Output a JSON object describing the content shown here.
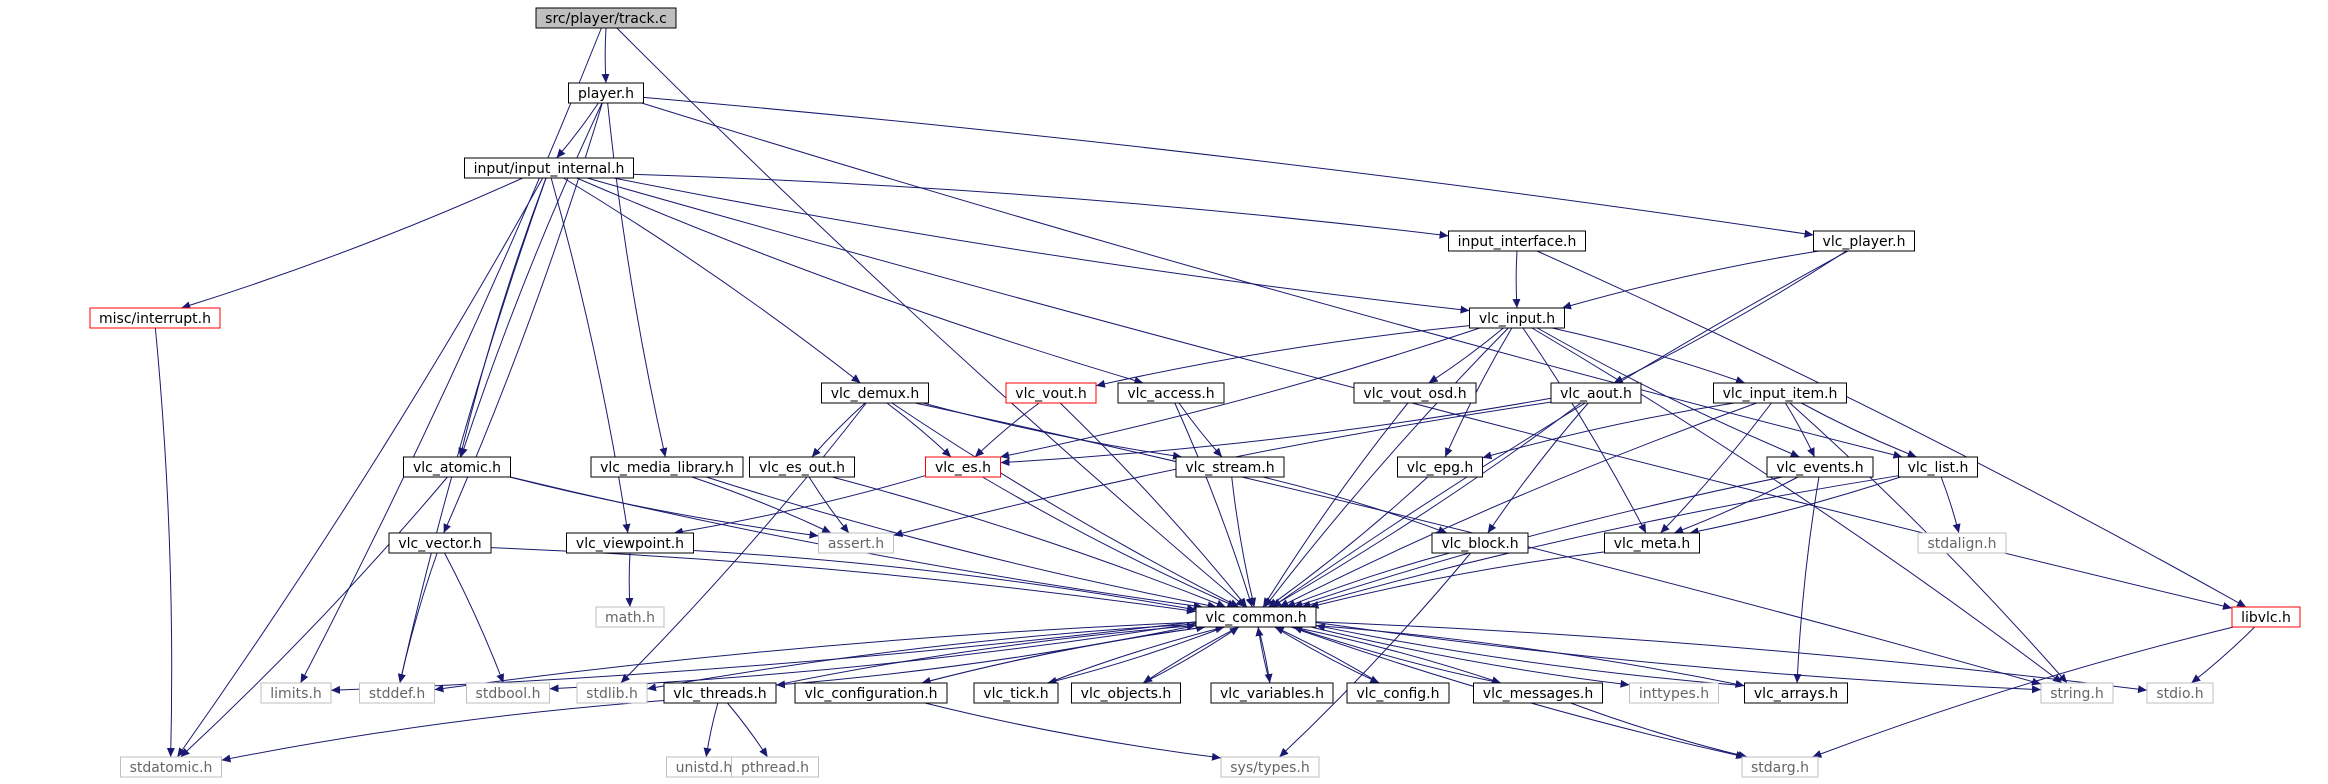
{
  "nodes": {
    "root": {
      "label": "src/player/track.c",
      "style": "root"
    },
    "player_h": {
      "label": "player.h",
      "style": "normal"
    },
    "input_internal": {
      "label": "input/input_internal.h",
      "style": "normal"
    },
    "misc_interrupt": {
      "label": "misc/interrupt.h",
      "style": "red"
    },
    "vlc_atomic": {
      "label": "vlc_atomic.h",
      "style": "normal"
    },
    "vlc_vector": {
      "label": "vlc_vector.h",
      "style": "normal"
    },
    "vlc_media_library": {
      "label": "vlc_media_library.h",
      "style": "normal"
    },
    "vlc_demux": {
      "label": "vlc_demux.h",
      "style": "normal"
    },
    "vlc_es_out": {
      "label": "vlc_es_out.h",
      "style": "normal"
    },
    "vlc_es": {
      "label": "vlc_es.h",
      "style": "red"
    },
    "vlc_vout": {
      "label": "vlc_vout.h",
      "style": "red"
    },
    "vlc_access": {
      "label": "vlc_access.h",
      "style": "normal"
    },
    "vlc_stream": {
      "label": "vlc_stream.h",
      "style": "normal"
    },
    "vlc_viewpoint": {
      "label": "vlc_viewpoint.h",
      "style": "normal"
    },
    "input_interface": {
      "label": "input_interface.h",
      "style": "normal"
    },
    "vlc_input": {
      "label": "vlc_input.h",
      "style": "normal"
    },
    "vlc_vout_osd": {
      "label": "vlc_vout_osd.h",
      "style": "normal"
    },
    "vlc_aout": {
      "label": "vlc_aout.h",
      "style": "normal"
    },
    "vlc_epg": {
      "label": "vlc_epg.h",
      "style": "normal"
    },
    "vlc_block": {
      "label": "vlc_block.h",
      "style": "normal"
    },
    "vlc_input_item": {
      "label": "vlc_input_item.h",
      "style": "normal"
    },
    "vlc_events": {
      "label": "vlc_events.h",
      "style": "normal"
    },
    "vlc_meta": {
      "label": "vlc_meta.h",
      "style": "normal"
    },
    "vlc_player": {
      "label": "vlc_player.h",
      "style": "normal"
    },
    "vlc_list": {
      "label": "vlc_list.h",
      "style": "normal"
    },
    "stdalign": {
      "label": "stdalign.h",
      "style": "gray"
    },
    "libvlc": {
      "label": "libvlc.h",
      "style": "red"
    },
    "assert": {
      "label": "assert.h",
      "style": "gray"
    },
    "math": {
      "label": "math.h",
      "style": "gray"
    },
    "vlc_common": {
      "label": "vlc_common.h",
      "style": "normal"
    },
    "limits": {
      "label": "limits.h",
      "style": "gray"
    },
    "stddef": {
      "label": "stddef.h",
      "style": "gray"
    },
    "stdbool": {
      "label": "stdbool.h",
      "style": "gray"
    },
    "stdlib": {
      "label": "stdlib.h",
      "style": "gray"
    },
    "vlc_threads": {
      "label": "vlc_threads.h",
      "style": "normal"
    },
    "vlc_configuration": {
      "label": "vlc_configuration.h",
      "style": "normal"
    },
    "vlc_tick": {
      "label": "vlc_tick.h",
      "style": "normal"
    },
    "vlc_objects": {
      "label": "vlc_objects.h",
      "style": "normal"
    },
    "vlc_variables": {
      "label": "vlc_variables.h",
      "style": "normal"
    },
    "vlc_config": {
      "label": "vlc_config.h",
      "style": "normal"
    },
    "vlc_messages": {
      "label": "vlc_messages.h",
      "style": "normal"
    },
    "inttypes": {
      "label": "inttypes.h",
      "style": "gray"
    },
    "vlc_arrays": {
      "label": "vlc_arrays.h",
      "style": "normal"
    },
    "string": {
      "label": "string.h",
      "style": "gray"
    },
    "stdio": {
      "label": "stdio.h",
      "style": "gray"
    },
    "stdatomic": {
      "label": "stdatomic.h",
      "style": "gray"
    },
    "unistd": {
      "label": "unistd.h",
      "style": "gray"
    },
    "pthread": {
      "label": "pthread.h",
      "style": "gray"
    },
    "sys_types": {
      "label": "sys/types.h",
      "style": "gray"
    },
    "stdarg": {
      "label": "stdarg.h",
      "style": "gray"
    }
  },
  "edges": [
    [
      "root",
      "player_h"
    ],
    [
      "root",
      "limits"
    ],
    [
      "root",
      "vlc_common"
    ],
    [
      "player_h",
      "input_internal"
    ],
    [
      "player_h",
      "vlc_atomic"
    ],
    [
      "player_h",
      "vlc_vector"
    ],
    [
      "player_h",
      "vlc_media_library"
    ],
    [
      "player_h",
      "vlc_player"
    ],
    [
      "player_h",
      "vlc_list"
    ],
    [
      "input_internal",
      "misc_interrupt"
    ],
    [
      "input_internal",
      "vlc_atomic"
    ],
    [
      "input_internal",
      "vlc_demux"
    ],
    [
      "input_internal",
      "vlc_access"
    ],
    [
      "input_internal",
      "input_interface"
    ],
    [
      "input_internal",
      "vlc_input"
    ],
    [
      "input_internal",
      "vlc_viewpoint"
    ],
    [
      "input_internal",
      "stddef"
    ],
    [
      "input_internal",
      "stdatomic"
    ],
    [
      "input_internal",
      "libvlc"
    ],
    [
      "misc_interrupt",
      "stdatomic"
    ],
    [
      "vlc_atomic",
      "assert"
    ],
    [
      "vlc_atomic",
      "stdatomic"
    ],
    [
      "vlc_atomic",
      "vlc_common"
    ],
    [
      "vlc_vector",
      "vlc_common"
    ],
    [
      "vlc_vector",
      "stddef"
    ],
    [
      "vlc_vector",
      "stdbool"
    ],
    [
      "vlc_media_library",
      "vlc_common"
    ],
    [
      "vlc_media_library",
      "assert"
    ],
    [
      "vlc_demux",
      "vlc_es_out"
    ],
    [
      "vlc_demux",
      "vlc_es"
    ],
    [
      "vlc_demux",
      "vlc_stream"
    ],
    [
      "vlc_demux",
      "stdlib"
    ],
    [
      "vlc_demux",
      "vlc_common"
    ],
    [
      "vlc_demux",
      "string"
    ],
    [
      "vlc_es_out",
      "assert"
    ],
    [
      "vlc_es_out",
      "vlc_common"
    ],
    [
      "vlc_es",
      "vlc_common"
    ],
    [
      "vlc_es",
      "vlc_viewpoint"
    ],
    [
      "vlc_vout",
      "vlc_es"
    ],
    [
      "vlc_vout",
      "vlc_common"
    ],
    [
      "vlc_access",
      "vlc_stream"
    ],
    [
      "vlc_access",
      "vlc_common"
    ],
    [
      "vlc_stream",
      "vlc_common"
    ],
    [
      "vlc_stream",
      "vlc_block"
    ],
    [
      "vlc_viewpoint",
      "math"
    ],
    [
      "vlc_viewpoint",
      "vlc_common"
    ],
    [
      "input_interface",
      "vlc_input"
    ],
    [
      "input_interface",
      "libvlc"
    ],
    [
      "vlc_player",
      "vlc_input"
    ],
    [
      "vlc_player",
      "vlc_aout"
    ],
    [
      "vlc_player",
      "vlc_common"
    ],
    [
      "vlc_input",
      "vlc_es"
    ],
    [
      "vlc_input",
      "vlc_vout"
    ],
    [
      "vlc_input",
      "vlc_vout_osd"
    ],
    [
      "vlc_input",
      "vlc_epg"
    ],
    [
      "vlc_input",
      "vlc_input_item"
    ],
    [
      "vlc_input",
      "vlc_events"
    ],
    [
      "vlc_input",
      "vlc_meta"
    ],
    [
      "vlc_input",
      "vlc_common"
    ],
    [
      "vlc_input",
      "string"
    ],
    [
      "vlc_vout_osd",
      "vlc_common"
    ],
    [
      "vlc_aout",
      "vlc_common"
    ],
    [
      "vlc_aout",
      "assert"
    ],
    [
      "vlc_aout",
      "vlc_es"
    ],
    [
      "vlc_aout",
      "vlc_block"
    ],
    [
      "vlc_epg",
      "vlc_common"
    ],
    [
      "vlc_block",
      "vlc_common"
    ],
    [
      "vlc_block",
      "sys_types"
    ],
    [
      "vlc_input_item",
      "vlc_epg"
    ],
    [
      "vlc_input_item",
      "vlc_events"
    ],
    [
      "vlc_input_item",
      "vlc_list"
    ],
    [
      "vlc_input_item",
      "vlc_meta"
    ],
    [
      "vlc_input_item",
      "vlc_common"
    ],
    [
      "vlc_input_item",
      "string"
    ],
    [
      "vlc_events",
      "vlc_common"
    ],
    [
      "vlc_events",
      "vlc_meta"
    ],
    [
      "vlc_events",
      "vlc_arrays"
    ],
    [
      "vlc_list",
      "stdalign"
    ],
    [
      "vlc_list",
      "vlc_common"
    ],
    [
      "vlc_list",
      "vlc_meta"
    ],
    [
      "vlc_meta",
      "vlc_common"
    ],
    [
      "libvlc",
      "stdio"
    ],
    [
      "libvlc",
      "stdarg"
    ],
    [
      "vlc_common",
      "limits"
    ],
    [
      "vlc_common",
      "stddef"
    ],
    [
      "vlc_common",
      "stdbool"
    ],
    [
      "vlc_common",
      "stdlib"
    ],
    [
      "vlc_common",
      "vlc_threads"
    ],
    [
      "vlc_common",
      "vlc_configuration"
    ],
    [
      "vlc_common",
      "vlc_tick"
    ],
    [
      "vlc_common",
      "vlc_objects"
    ],
    [
      "vlc_common",
      "vlc_variables"
    ],
    [
      "vlc_common",
      "vlc_config"
    ],
    [
      "vlc_common",
      "vlc_messages"
    ],
    [
      "vlc_common",
      "inttypes"
    ],
    [
      "vlc_common",
      "vlc_arrays"
    ],
    [
      "vlc_common",
      "string"
    ],
    [
      "vlc_common",
      "stdio"
    ],
    [
      "vlc_common",
      "stdarg"
    ],
    [
      "vlc_threads",
      "vlc_common"
    ],
    [
      "vlc_threads",
      "unistd"
    ],
    [
      "vlc_threads",
      "pthread"
    ],
    [
      "vlc_threads",
      "stdatomic"
    ],
    [
      "vlc_configuration",
      "vlc_common"
    ],
    [
      "vlc_configuration",
      "sys_types"
    ],
    [
      "vlc_tick",
      "vlc_common"
    ],
    [
      "vlc_objects",
      "vlc_common"
    ],
    [
      "vlc_variables",
      "vlc_common"
    ],
    [
      "vlc_config",
      "vlc_common"
    ],
    [
      "vlc_messages",
      "vlc_common"
    ],
    [
      "vlc_messages",
      "stdarg"
    ],
    [
      "vlc_arrays",
      "vlc_common"
    ]
  ],
  "colors": {
    "edge": "#191970",
    "normal_border": "#000000",
    "red_border": "#ff0000",
    "gray_border": "#bfbfbf",
    "gray_text": "#666666",
    "root_fill": "#bfbfbf",
    "fill": "#ffffff"
  }
}
